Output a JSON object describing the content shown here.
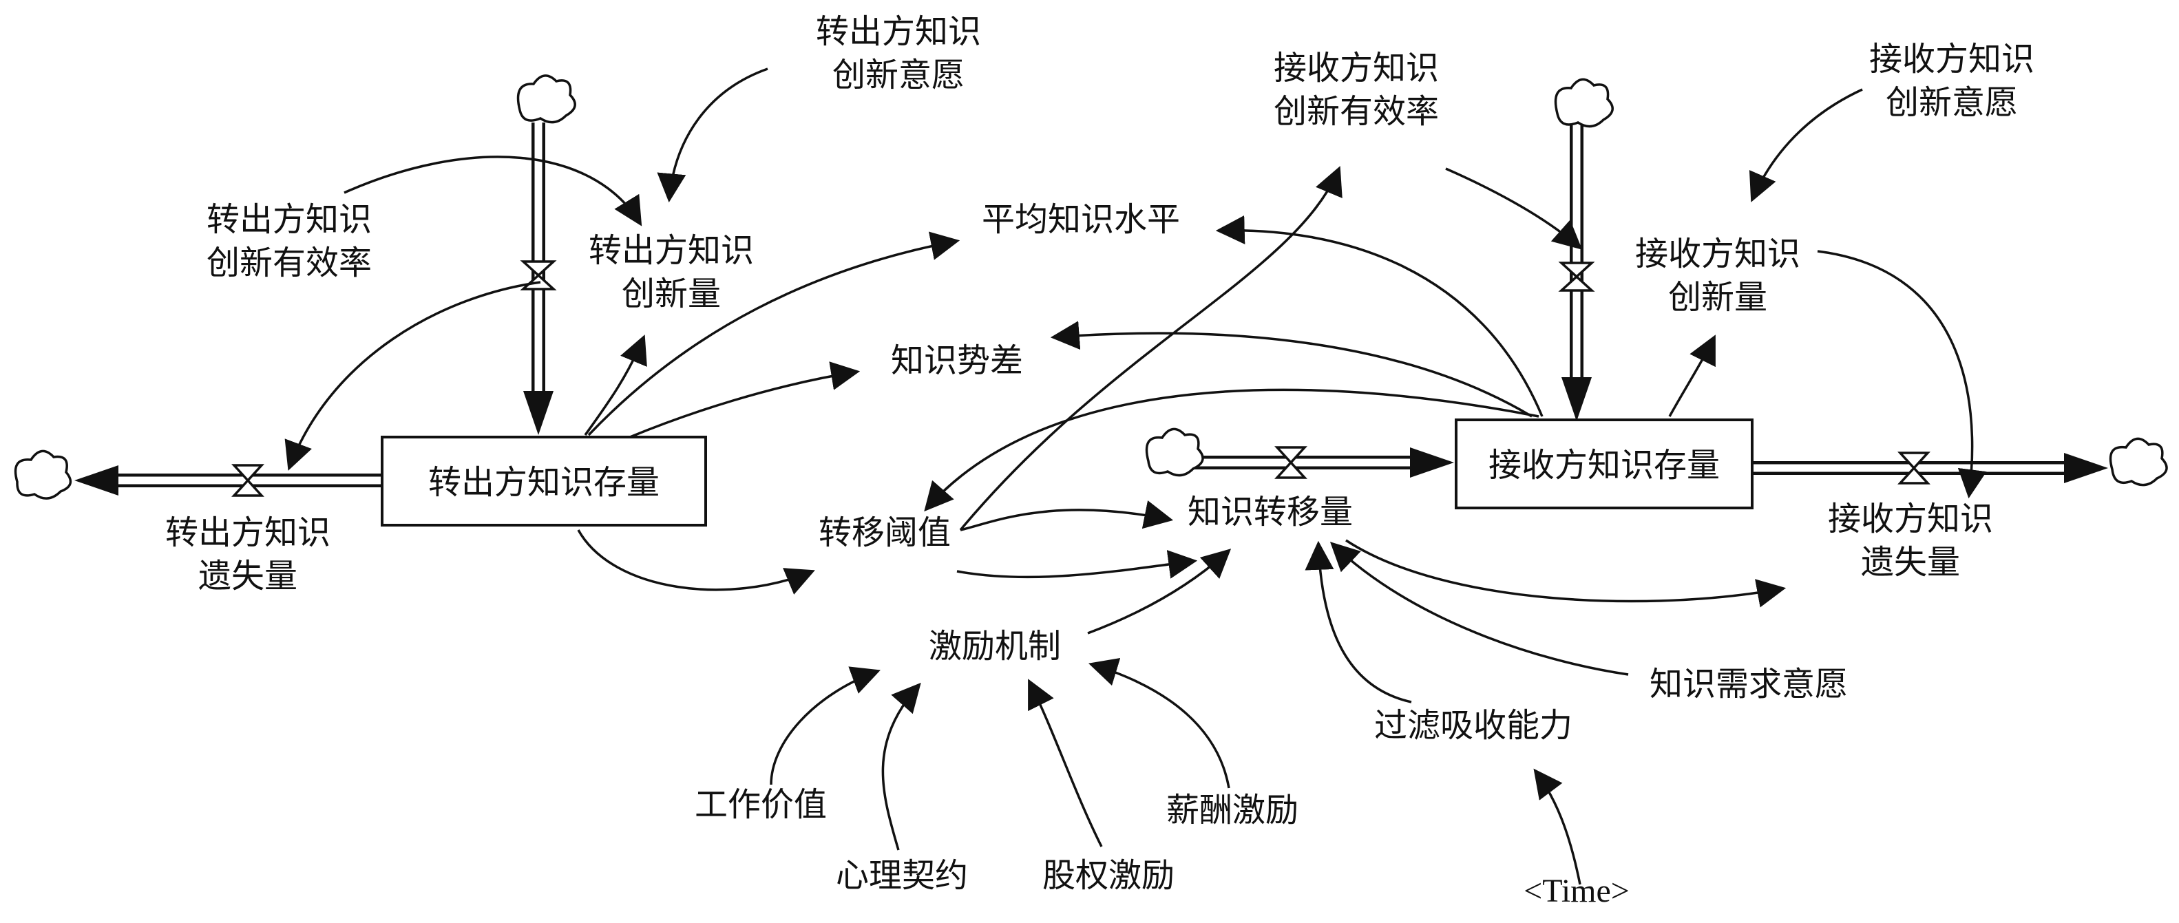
{
  "stocks": {
    "sender_stock": "转出方知识存量",
    "receiver_stock": "接收方知识存量"
  },
  "variables": {
    "sender_innov_amount": [
      "转出方知识",
      "创新量"
    ],
    "sender_innov_will": [
      "转出方知识",
      "创新意愿"
    ],
    "sender_innov_eff": [
      "转出方知识",
      "创新有效率"
    ],
    "sender_loss": [
      "转出方知识",
      "遗失量"
    ],
    "avg_level": "平均知识水平",
    "potential_diff": "知识势差",
    "threshold": "转移阈值",
    "transfer_amount": "知识转移量",
    "incentive": "激励机制",
    "work_value": "工作价值",
    "psych_contract": "心理契约",
    "equity_incentive": "股权激励",
    "salary_incentive": "薪酬激励",
    "filter_absorb": "过滤吸收能力",
    "time": "<Time>",
    "demand_will": "知识需求意愿",
    "recv_innov_eff": [
      "接收方知识",
      "创新有效率"
    ],
    "recv_innov_will": [
      "接收方知识",
      "创新意愿"
    ],
    "recv_innov_amount": [
      "接收方知识",
      "创新量"
    ],
    "recv_loss": [
      "接收方知识",
      "遗失量"
    ]
  }
}
